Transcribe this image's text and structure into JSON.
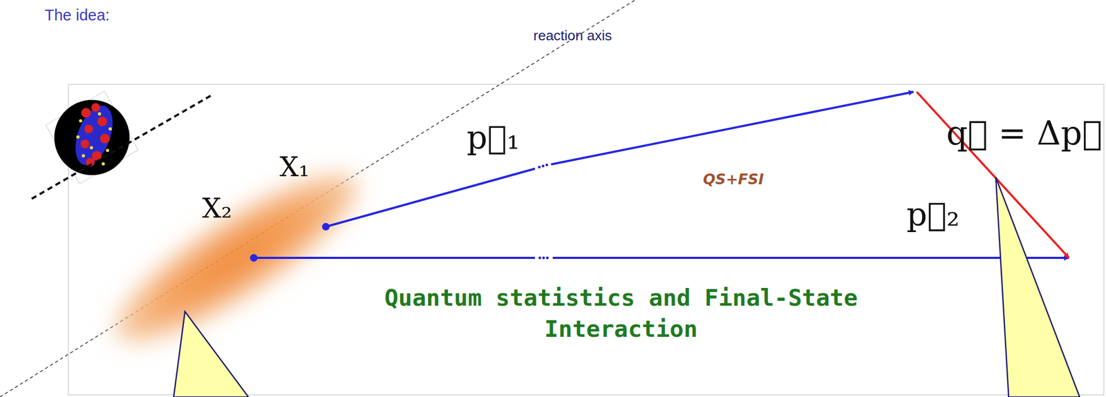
{
  "diagram": {
    "title": "The idea:",
    "labels": [
      "reaction axis",
      "X₁",
      "X₂",
      "p⃗₁",
      "QS+FSI",
      "p⃗₂",
      "q⃗ = Δp⃗",
      "Quantum statistics and Final-State Interaction"
    ]
  }
}
